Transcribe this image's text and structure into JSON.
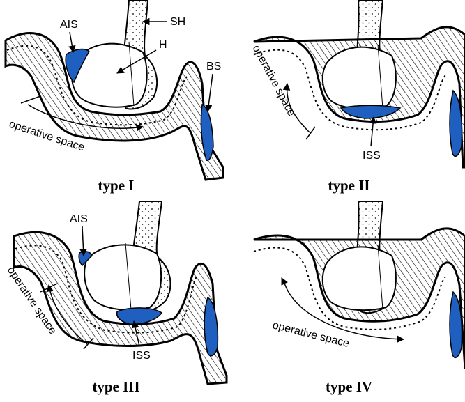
{
  "colors": {
    "sinus": "#1f5fbf",
    "outline": "#000000"
  },
  "panels": [
    {
      "caption": "type I",
      "labels": {
        "ais": "AIS",
        "sh": "SH",
        "h": "H",
        "bs": "BS"
      },
      "operative": "operative space"
    },
    {
      "caption": "type II",
      "labels": {
        "iss": "ISS"
      },
      "operative": "operative space"
    },
    {
      "caption": "type III",
      "labels": {
        "ais": "AIS",
        "iss": "ISS"
      },
      "operative": "operative space"
    },
    {
      "caption": "type IV",
      "labels": {},
      "operative": "operative space"
    }
  ]
}
